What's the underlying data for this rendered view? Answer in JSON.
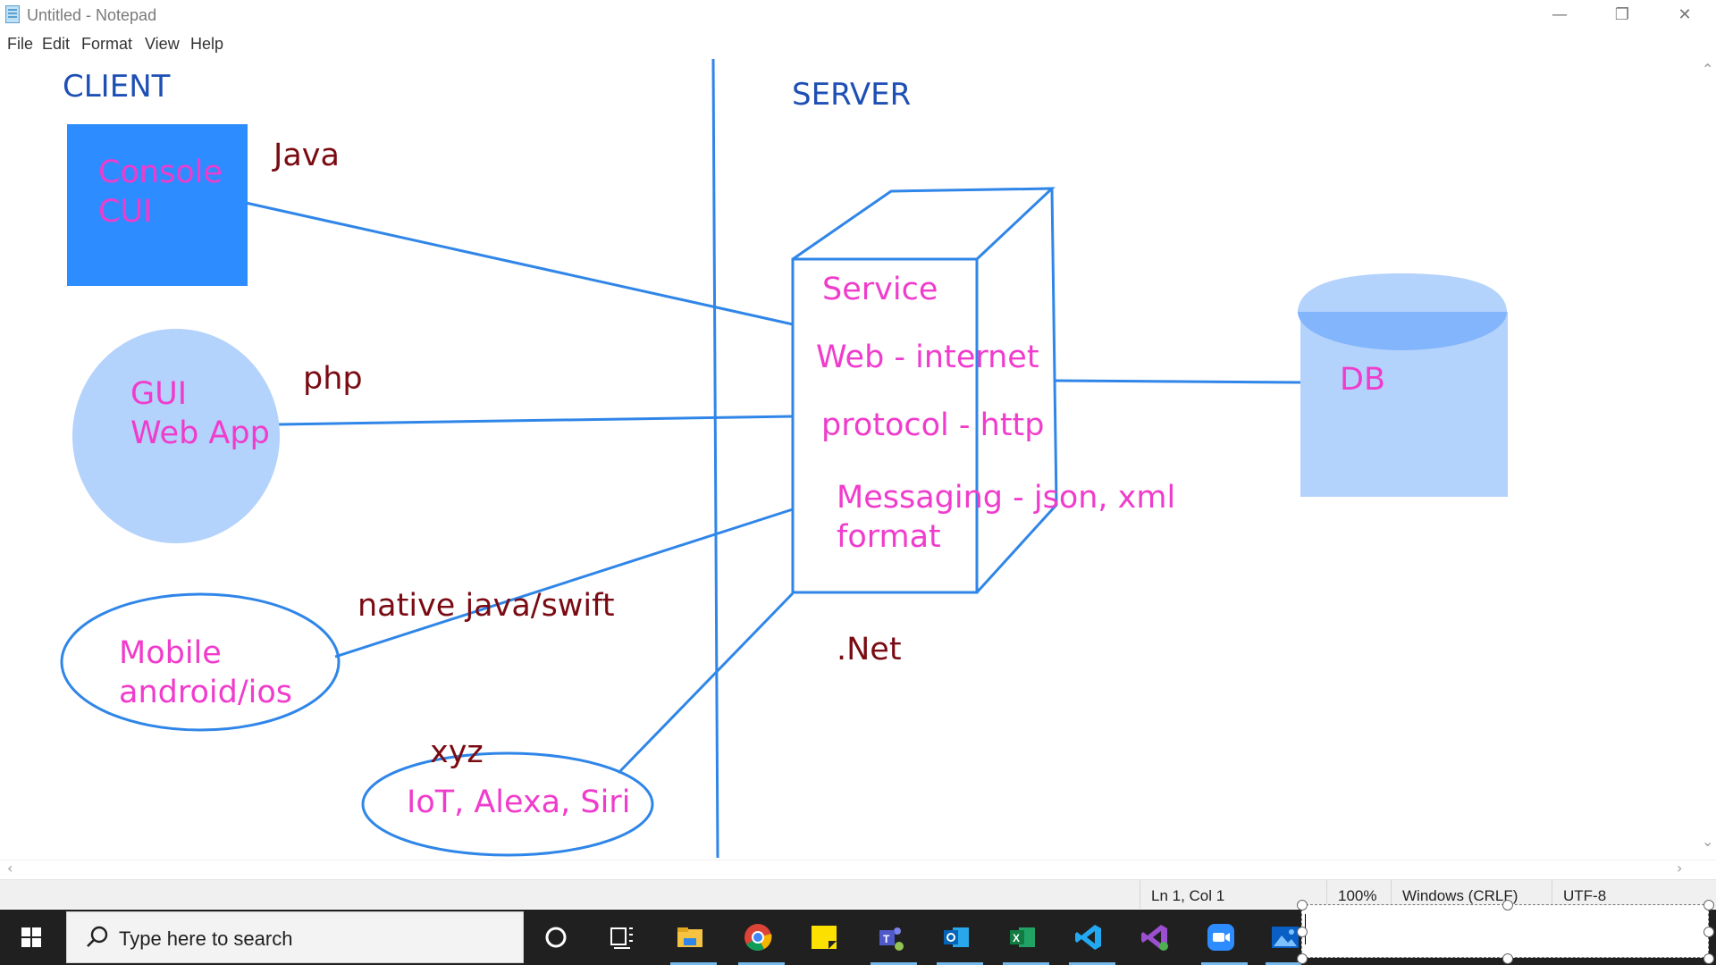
{
  "window": {
    "title": "Untitled - Notepad",
    "minimize": "—",
    "restore": "❐",
    "close": "✕"
  },
  "menu": [
    "File",
    "Edit",
    "Format",
    "View",
    "Help"
  ],
  "diagram": {
    "client_heading": "CLIENT",
    "server_heading": "SERVER",
    "console": {
      "line1": "Console",
      "line2": "CUI"
    },
    "java": "Java",
    "gui": {
      "line1": "GUI",
      "line2": "Web App"
    },
    "php": "php",
    "mobile": {
      "line1": "Mobile",
      "line2": "android/ios"
    },
    "native": "native java/swift",
    "xyz": "xyz",
    "iot": "IoT, Alexa, Siri",
    "service": "Service",
    "web": "Web - internet",
    "protocol": "protocol - http",
    "messaging": {
      "line1": "Messaging - json, xml",
      "line2": "format"
    },
    "dotnet": ".Net",
    "db": "DB"
  },
  "colors": {
    "heading_blue": "#1e4fb4",
    "magenta": "#f03ccc",
    "maroon": "#7a0b13",
    "line_blue": "#2f86e8",
    "console_fill": "#2d8cff",
    "light_blue": "#b3d2fc",
    "db_top": "#82b5fb"
  },
  "status": {
    "position": "Ln 1, Col 1",
    "zoom": "100%",
    "line_ending": "Windows (CRLF)",
    "encoding": "UTF-8"
  },
  "taskbar": {
    "search_placeholder": "Type here to search",
    "apps": [
      "cortana-icon",
      "task-view-icon",
      "file-explorer-icon",
      "chrome-icon",
      "sticky-notes-icon",
      "teams-icon",
      "outlook-icon",
      "excel-icon",
      "vscode-icon",
      "visual-studio-icon",
      "zoom-icon",
      "photos-icon"
    ]
  }
}
